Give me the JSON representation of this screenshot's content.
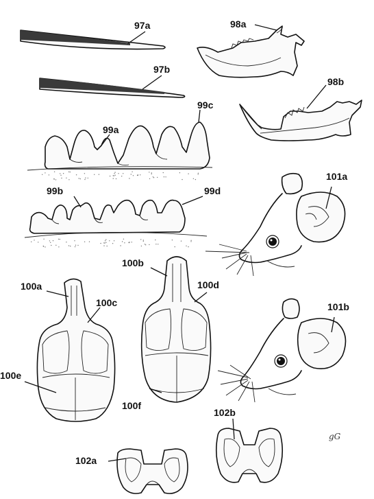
{
  "figure": {
    "labels": {
      "l97a": "97a",
      "l97b": "97b",
      "l98a": "98a",
      "l98b": "98b",
      "l99a": "99a",
      "l99b": "99b",
      "l99c": "99c",
      "l99d": "99d",
      "l100a": "100a",
      "l100b": "100b",
      "l100c": "100c",
      "l100d": "100d",
      "l100e": "100e",
      "l100f": "100f",
      "l101a": "101a",
      "l101b": "101b",
      "l102a": "102a",
      "l102b": "102b"
    },
    "signature": "gG"
  }
}
